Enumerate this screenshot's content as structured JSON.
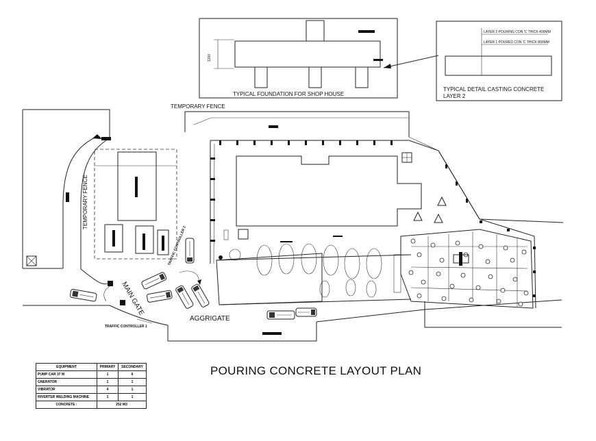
{
  "title": "POURING  CONCRETE LAYOUT PLAN",
  "detail_foundation": {
    "caption": "TYPICAL  FOUNDATION FOR SHOP HOUSE",
    "dimension": "1200"
  },
  "detail_casting": {
    "caption_line1": "TYPICAL DETAIL  CASTING CONCRETE",
    "caption_line2": "LAYER 2",
    "layer2_note": "LAYER 2 POURING CON 'C THICK 400MM",
    "layer1_note": "LAYER 1 POURED CON 'C THICK 800MM"
  },
  "labels": {
    "temporary_fence_top": "TEMPORARY FENCE",
    "temporary_fence_left": "TEMPORARY FENCE",
    "main_gate": "MAIN GATE",
    "traffic_controller_1": "TRAFFIC CONTROLLER 1",
    "traffic_controller_2": "TRAFFIC CONTROLLER 2",
    "aggrigate": "AGGRIGATE"
  },
  "equipment_table": {
    "headers": [
      "EQUIPMENT",
      "PRIMARY",
      "SECONDARY"
    ],
    "rows": [
      [
        "PUMP CAR 37 M",
        "1",
        "6"
      ],
      [
        "GNERATOR",
        "1",
        "1"
      ],
      [
        "VIBRATOR",
        "4",
        "1"
      ],
      [
        "INVERTER WELDING MACHINE",
        "1",
        "1"
      ]
    ],
    "total_label": "CONCRETE :",
    "total_value": "252 M3"
  },
  "colors": {
    "line": "#222222",
    "hatch": "#555555",
    "background": "#ffffff"
  }
}
